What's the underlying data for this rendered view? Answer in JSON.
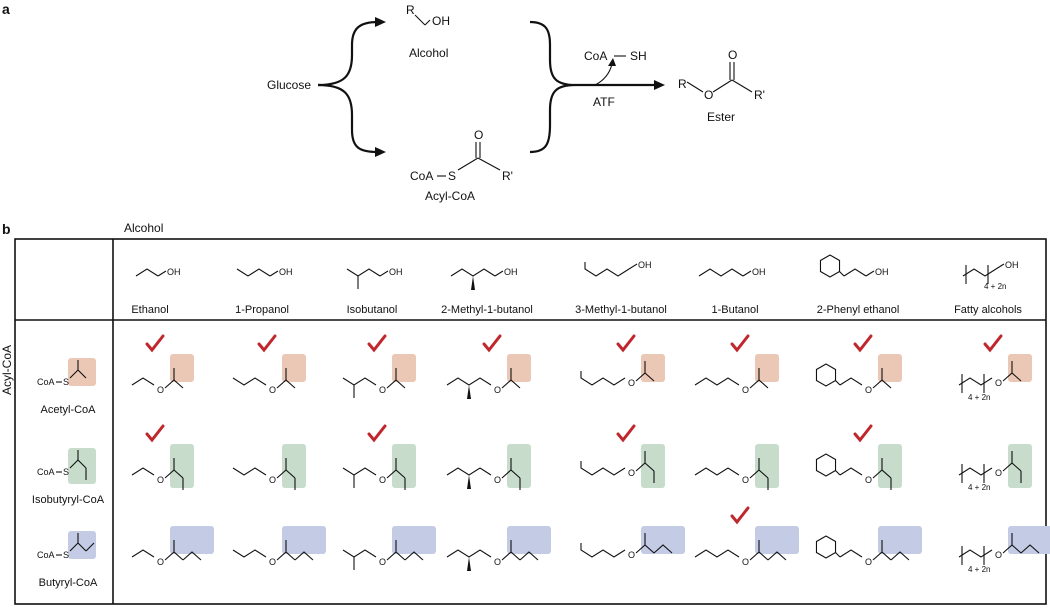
{
  "panel_a": {
    "label": "a",
    "glucose": "Glucose",
    "alcohol": "Alcohol",
    "acyl_coa": "Acyl-CoA",
    "coa_sh": "CoA",
    "sh": "SH",
    "atf": "ATF",
    "ester": "Ester",
    "r": "R",
    "oh": "OH",
    "o": "O",
    "r_prime": "R'",
    "coa_s": "CoA",
    "s": "S"
  },
  "panel_b": {
    "label": "b",
    "col_header": "Alcohol",
    "row_header": "Acyl-CoA",
    "alcohols": [
      {
        "name": "Ethanol"
      },
      {
        "name": "1-Propanol"
      },
      {
        "name": "Isobutanol"
      },
      {
        "name": "2-Methyl-1-butanol"
      },
      {
        "name": "3-Methyl-1-butanol"
      },
      {
        "name": "1-Butanol"
      },
      {
        "name": "2-Phenyl ethanol"
      },
      {
        "name": "Fatty alcohols"
      }
    ],
    "acyls": [
      {
        "name": "Acetyl-CoA",
        "color": "#ebc8b5",
        "checks": [
          true,
          true,
          true,
          true,
          true,
          true,
          true,
          true
        ]
      },
      {
        "name": "Isobutyryl-CoA",
        "color": "#c7dccb",
        "checks": [
          true,
          false,
          true,
          false,
          true,
          false,
          true,
          false
        ]
      },
      {
        "name": "Butyryl-CoA",
        "color": "#c4cbe4",
        "checks": [
          false,
          false,
          false,
          false,
          false,
          true,
          false,
          false
        ]
      }
    ],
    "oh_label": "OH",
    "o_label": "O",
    "coa_label": "CoA",
    "s_label": "S",
    "n_label": "4 + 2n",
    "check_color": "#c0272d"
  }
}
